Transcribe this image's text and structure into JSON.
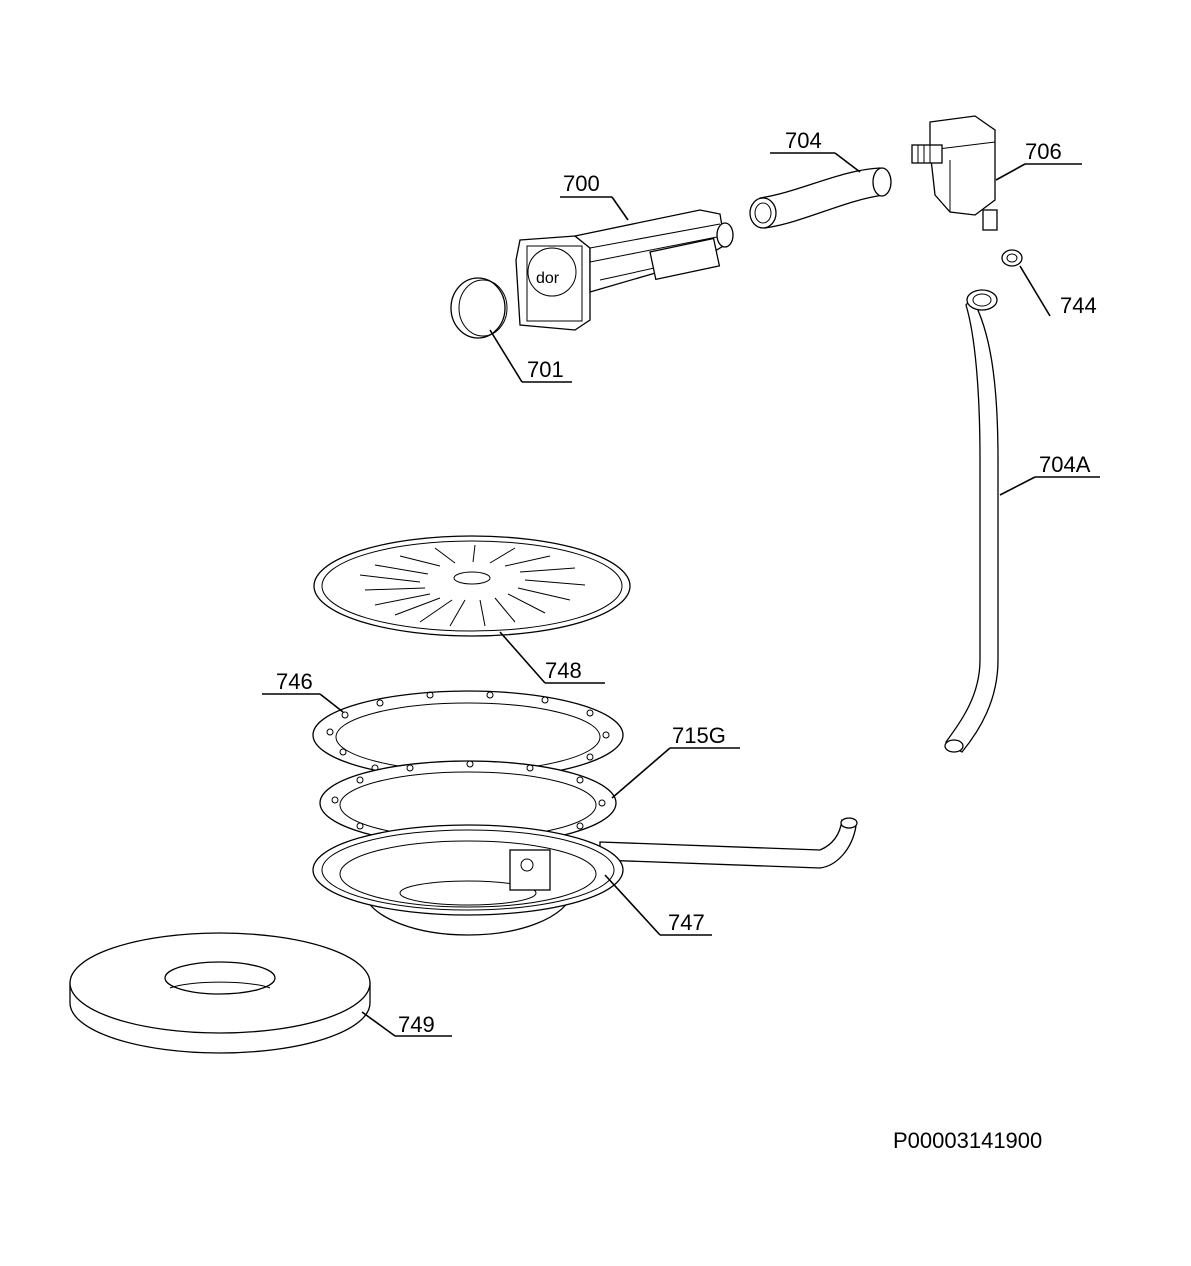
{
  "diagram": {
    "document_id": "P00003141900",
    "callouts": [
      {
        "id": "c700",
        "label": "700"
      },
      {
        "id": "c701",
        "label": "701"
      },
      {
        "id": "c704",
        "label": "704"
      },
      {
        "id": "c706",
        "label": "706"
      },
      {
        "id": "c744",
        "label": "744"
      },
      {
        "id": "c704A",
        "label": "704A"
      },
      {
        "id": "c748",
        "label": "748"
      },
      {
        "id": "c746",
        "label": "746"
      },
      {
        "id": "c715G",
        "label": "715G"
      },
      {
        "id": "c747",
        "label": "747"
      },
      {
        "id": "c749",
        "label": "749"
      }
    ]
  }
}
